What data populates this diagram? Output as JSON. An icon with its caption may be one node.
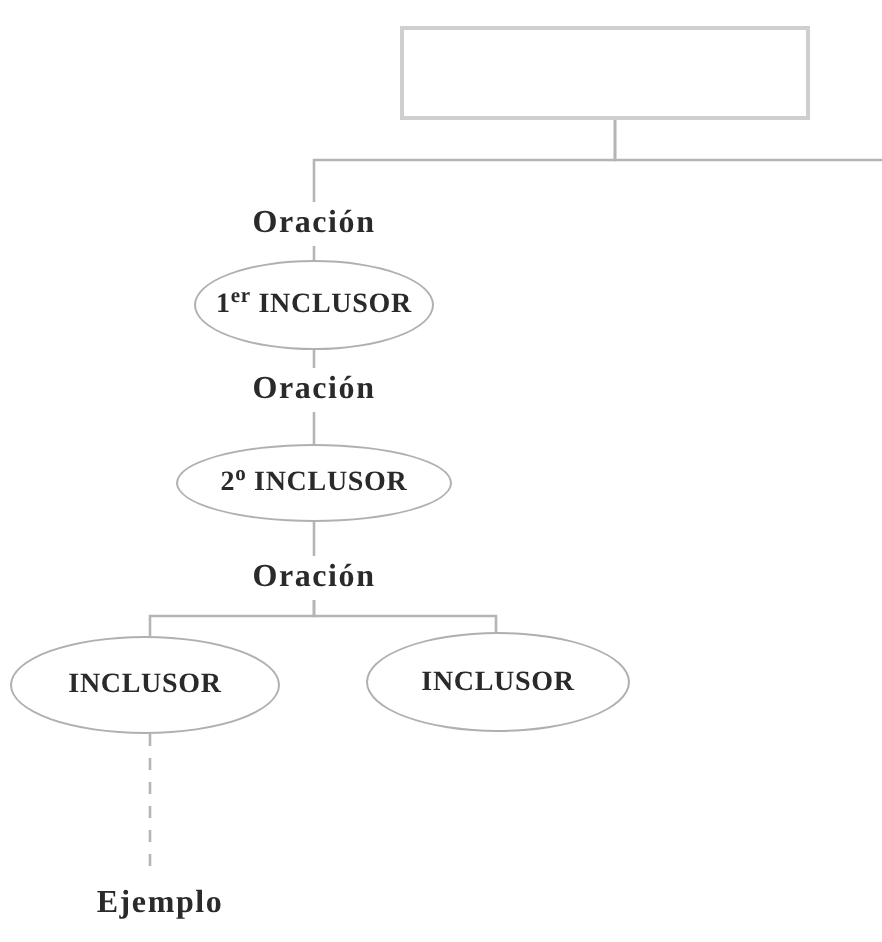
{
  "diagram": {
    "nodes": [
      {
        "text": [],
        "shape": "box"
      },
      {
        "text": [
          "Oración"
        ]
      },
      {
        "text": [
          "1$^{er}$ INCLUSOR"
        ]
      },
      {
        "text": [
          "Oración"
        ]
      },
      {
        "text": [
          "2$^{o}$ INCLUSOR"
        ]
      },
      {
        "text": [
          "Oración"
        ]
      },
      {
        "text": [
          "INCLUSOR"
        ]
      },
      {
        "text": [
          "INCLUSOR"
        ]
      },
      {
        "text": [
          "Ejemplo"
        ]
      }
    ],
    "edges": [
      {
        "from": 0,
        "to": 1,
        "arrow": "none"
      },
      {
        "from": 0,
        "to": null,
        "arrow": "none"
      },
      {
        "from": 1,
        "to": 2,
        "arrow": "none"
      },
      {
        "from": 2,
        "to": 3,
        "arrow": "none"
      },
      {
        "from": 3,
        "to": 4,
        "arrow": "none"
      },
      {
        "from": 4,
        "to": 5,
        "arrow": "none"
      },
      {
        "from": 5,
        "to": 6,
        "arrow": "none"
      },
      {
        "from": 5,
        "to": 7,
        "arrow": "none"
      },
      {
        "from": 6,
        "to": 8,
        "arrow": "none",
        "style": "dashed"
      }
    ]
  }
}
